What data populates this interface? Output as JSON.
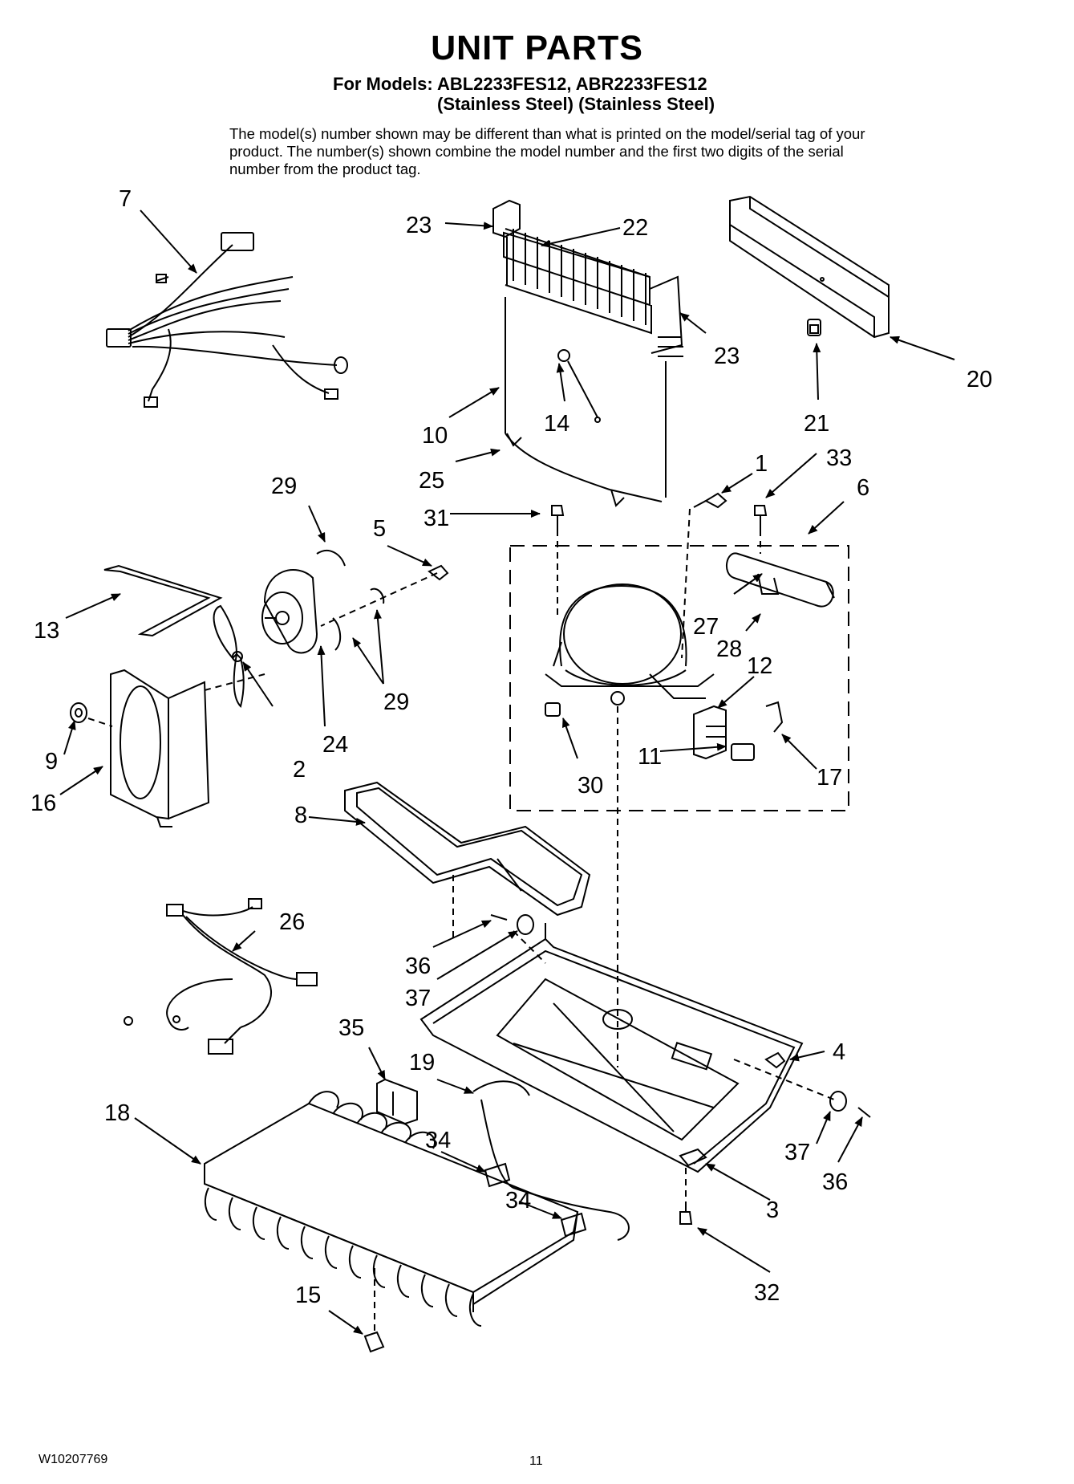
{
  "header": {
    "title": "UNIT PARTS",
    "models_line": "For Models: ABL2233FES12, ABR2233FES12",
    "finish_line": "(Stainless Steel) (Stainless Steel)",
    "note": "The model(s) number shown may be different than what is printed on the model/serial tag of your product. The number(s) shown combine the model number and the first two digits of the serial number from the product tag."
  },
  "callouts": {
    "c1": "1",
    "c2": "2",
    "c3": "3",
    "c4": "4",
    "c5": "5",
    "c6": "6",
    "c7": "7",
    "c8": "8",
    "c9": "9",
    "c10": "10",
    "c11": "11",
    "c12": "12",
    "c13": "13",
    "c14": "14",
    "c15": "15",
    "c16": "16",
    "c17": "17",
    "c18": "18",
    "c19": "19",
    "c20": "20",
    "c21": "21",
    "c22": "22",
    "c23a": "23",
    "c23b": "23",
    "c24": "24",
    "c25": "25",
    "c26": "26",
    "c27": "27",
    "c28": "28",
    "c29a": "29",
    "c29b": "29",
    "c30": "30",
    "c31": "31",
    "c32": "32",
    "c33": "33",
    "c34a": "34",
    "c34b": "34",
    "c35": "35",
    "c36a": "36",
    "c36b": "36",
    "c37a": "37",
    "c37b": "37"
  },
  "footer": {
    "doc_number": "W10207769",
    "page_number": "11"
  }
}
